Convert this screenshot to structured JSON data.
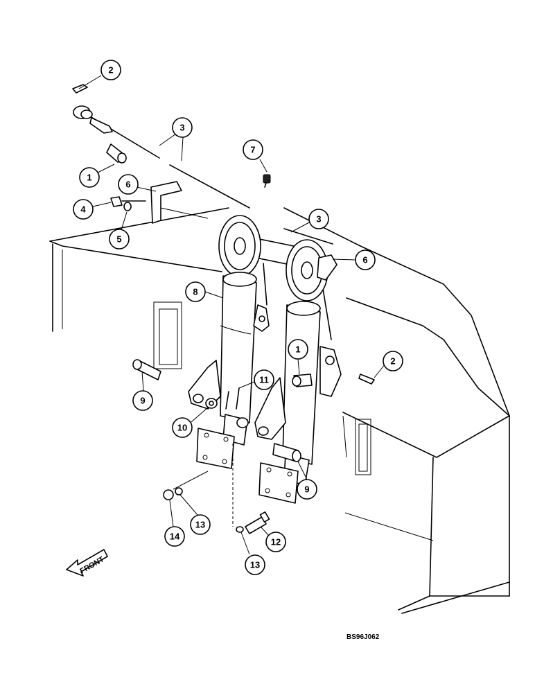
{
  "callouts": [
    {
      "id": "c-2a",
      "number": "2"
    },
    {
      "id": "c-3a",
      "number": "3"
    },
    {
      "id": "c-1a",
      "number": "1"
    },
    {
      "id": "c-7",
      "number": "7"
    },
    {
      "id": "c-6a",
      "number": "6"
    },
    {
      "id": "c-4",
      "number": "4"
    },
    {
      "id": "c-5",
      "number": "5"
    },
    {
      "id": "c-3b",
      "number": "3"
    },
    {
      "id": "c-6b",
      "number": "6"
    },
    {
      "id": "c-8",
      "number": "8"
    },
    {
      "id": "c-1b",
      "number": "1"
    },
    {
      "id": "c-2b",
      "number": "2"
    },
    {
      "id": "c-11",
      "number": "11"
    },
    {
      "id": "c-9a",
      "number": "9"
    },
    {
      "id": "c-10",
      "number": "10"
    },
    {
      "id": "c-9b",
      "number": "9"
    },
    {
      "id": "c-13a",
      "number": "13"
    },
    {
      "id": "c-14",
      "number": "14"
    },
    {
      "id": "c-12",
      "number": "12"
    },
    {
      "id": "c-13b",
      "number": "13"
    }
  ],
  "front_label": "FRONT",
  "reference_code": "BS96J062"
}
